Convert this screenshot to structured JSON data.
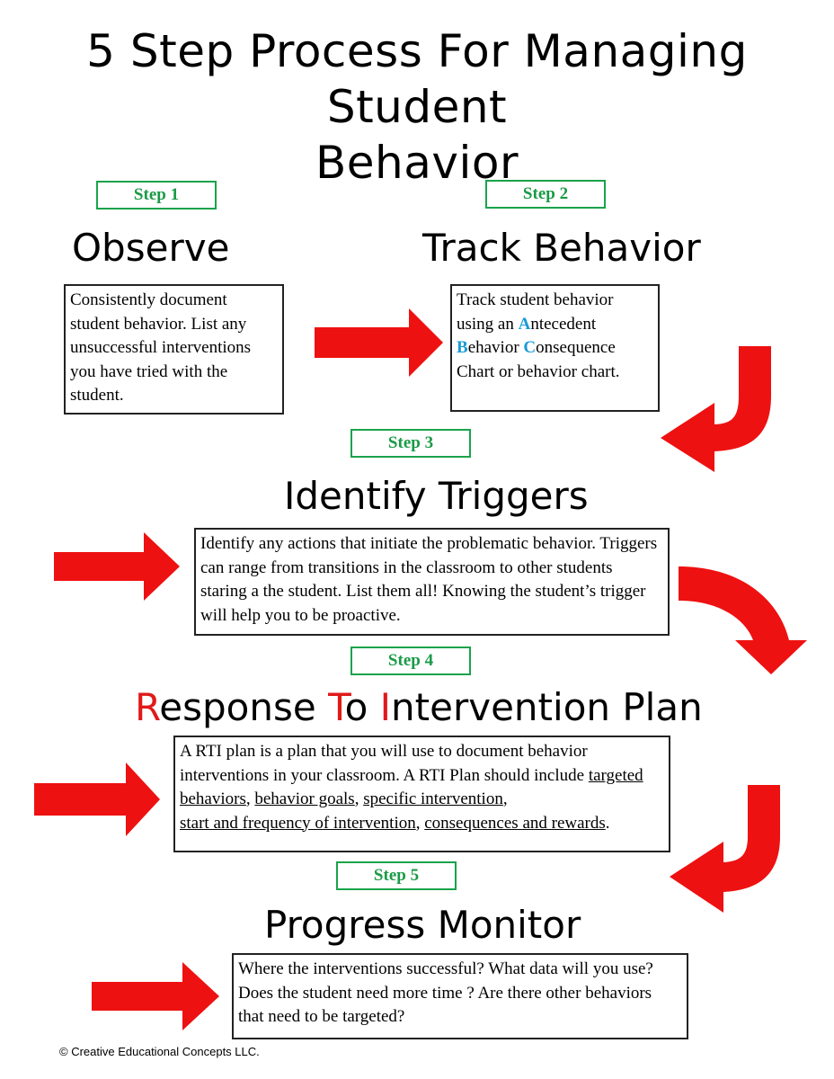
{
  "title": {
    "line1": "5 Step Process For Managing Student",
    "line2": "Behavior"
  },
  "steps": [
    {
      "label": "Step 1",
      "heading": "Observe",
      "text": "Consistently document student behavior. List any unsuccessful interventions you have  tried with the student."
    },
    {
      "label": "Step 2",
      "heading": "Track Behavior",
      "text_parts": [
        "Track student behavior using an ",
        "A",
        "ntecedent ",
        "B",
        "ehavior ",
        "C",
        "onsequence Chart or behavior chart."
      ]
    },
    {
      "label": "Step 3",
      "heading": "Identify Triggers",
      "text": "Identify any actions that initiate the problematic behavior. Triggers can range from transitions in the classroom to other students staring a the student. List them all! Knowing the student’s trigger will help you to be proactive."
    },
    {
      "label": "Step 4",
      "heading_parts": [
        "R",
        "esponse ",
        "T",
        "o ",
        "I",
        "ntervention Plan"
      ],
      "text_intro": "A RTI plan is a plan that you will use to document behavior interventions in your classroom. A RTI Plan should include ",
      "underlined": [
        "targeted behaviors",
        "behavior goals",
        "specific intervention",
        "start and frequency of intervention",
        "consequences and rewards"
      ],
      "separator": ", ",
      "end": "."
    },
    {
      "label": "Step 5",
      "heading": "Progress Monitor",
      "text": "Where the interventions successful? What data will you use? Does the student need more time ? Are there other behaviors that need to be targeted?"
    }
  ],
  "footer": "© Creative Educational Concepts LLC.",
  "colors": {
    "arrow": "#ee1111",
    "step_border": "#1aa34a",
    "abc_highlight": "#1a9bd7",
    "rti_highlight": "#e01a1a"
  },
  "icons": [
    "right-arrow-icon",
    "curved-down-left-arrow-icon",
    "curved-down-right-arrow-icon"
  ]
}
